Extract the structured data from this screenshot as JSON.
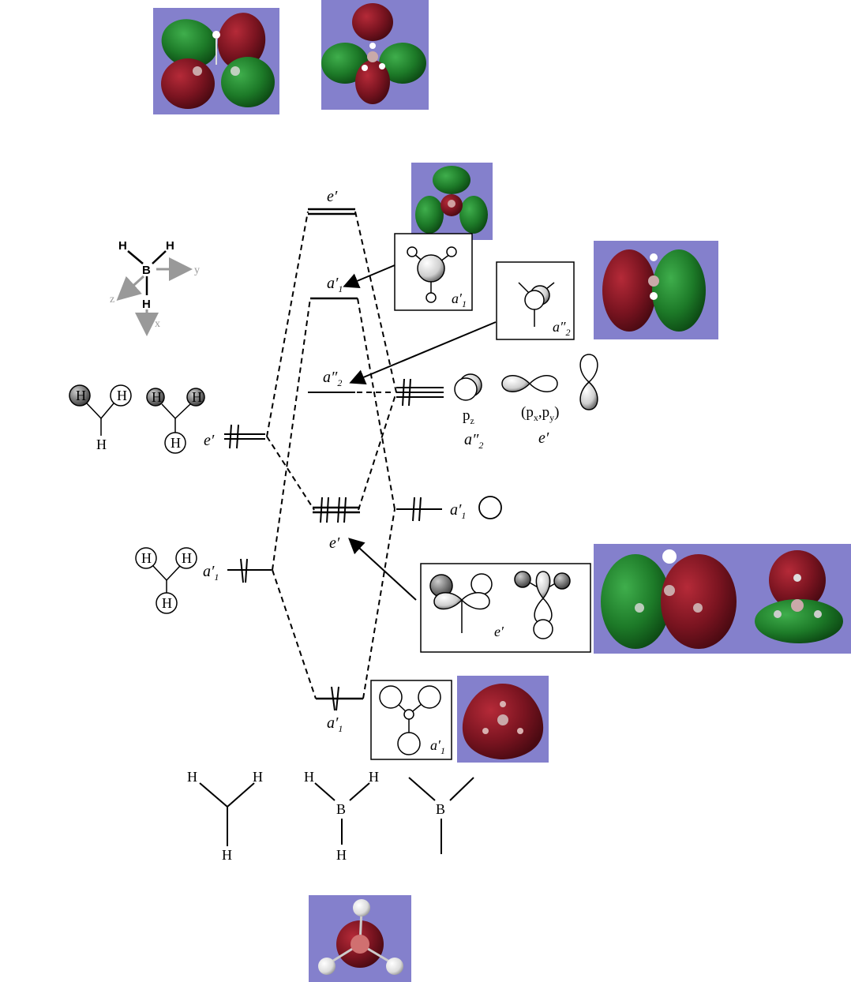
{
  "diagram": {
    "title": "",
    "colors": {
      "lobe_red": "#7a1420",
      "lobe_green": "#1d7a28",
      "mo_bg": "#8480cc",
      "line": "#000000",
      "axis_gray": "#999999"
    },
    "axes": {
      "x": "x",
      "y": "y",
      "z": "z"
    },
    "atoms": {
      "H": "H",
      "B": "B"
    },
    "levels": {
      "e_star": "e′",
      "a1_star": "a′",
      "a1_star_sub": "1",
      "a2_nb": "a″",
      "a2_nb_sub": "2",
      "e_bond": "e′",
      "a1_bond": "a′",
      "a1_bond_sub": "1"
    },
    "left_salcs": {
      "e_label": "e′",
      "a1_label": "a′",
      "a1_sub": "1"
    },
    "right_ao": {
      "pz": "p",
      "pz_sub": "z",
      "pz_sym": "a″",
      "pz_sym_sub": "2",
      "pxpy_open": "(p",
      "pxpy_x": "x",
      "pxpy_comma": ",p",
      "pxpy_y": "y",
      "pxpy_close": ")",
      "pxpy_sym": "e′",
      "s_sym": "a′",
      "s_sym_sub": "1"
    },
    "boxes": {
      "a1_star_box": "a′",
      "a1_star_box_sub": "1",
      "a2_box": "a″",
      "a2_box_sub": "2",
      "e_box": "e′",
      "a1_bond_box": "a′",
      "a1_bond_box_sub": "1"
    }
  }
}
